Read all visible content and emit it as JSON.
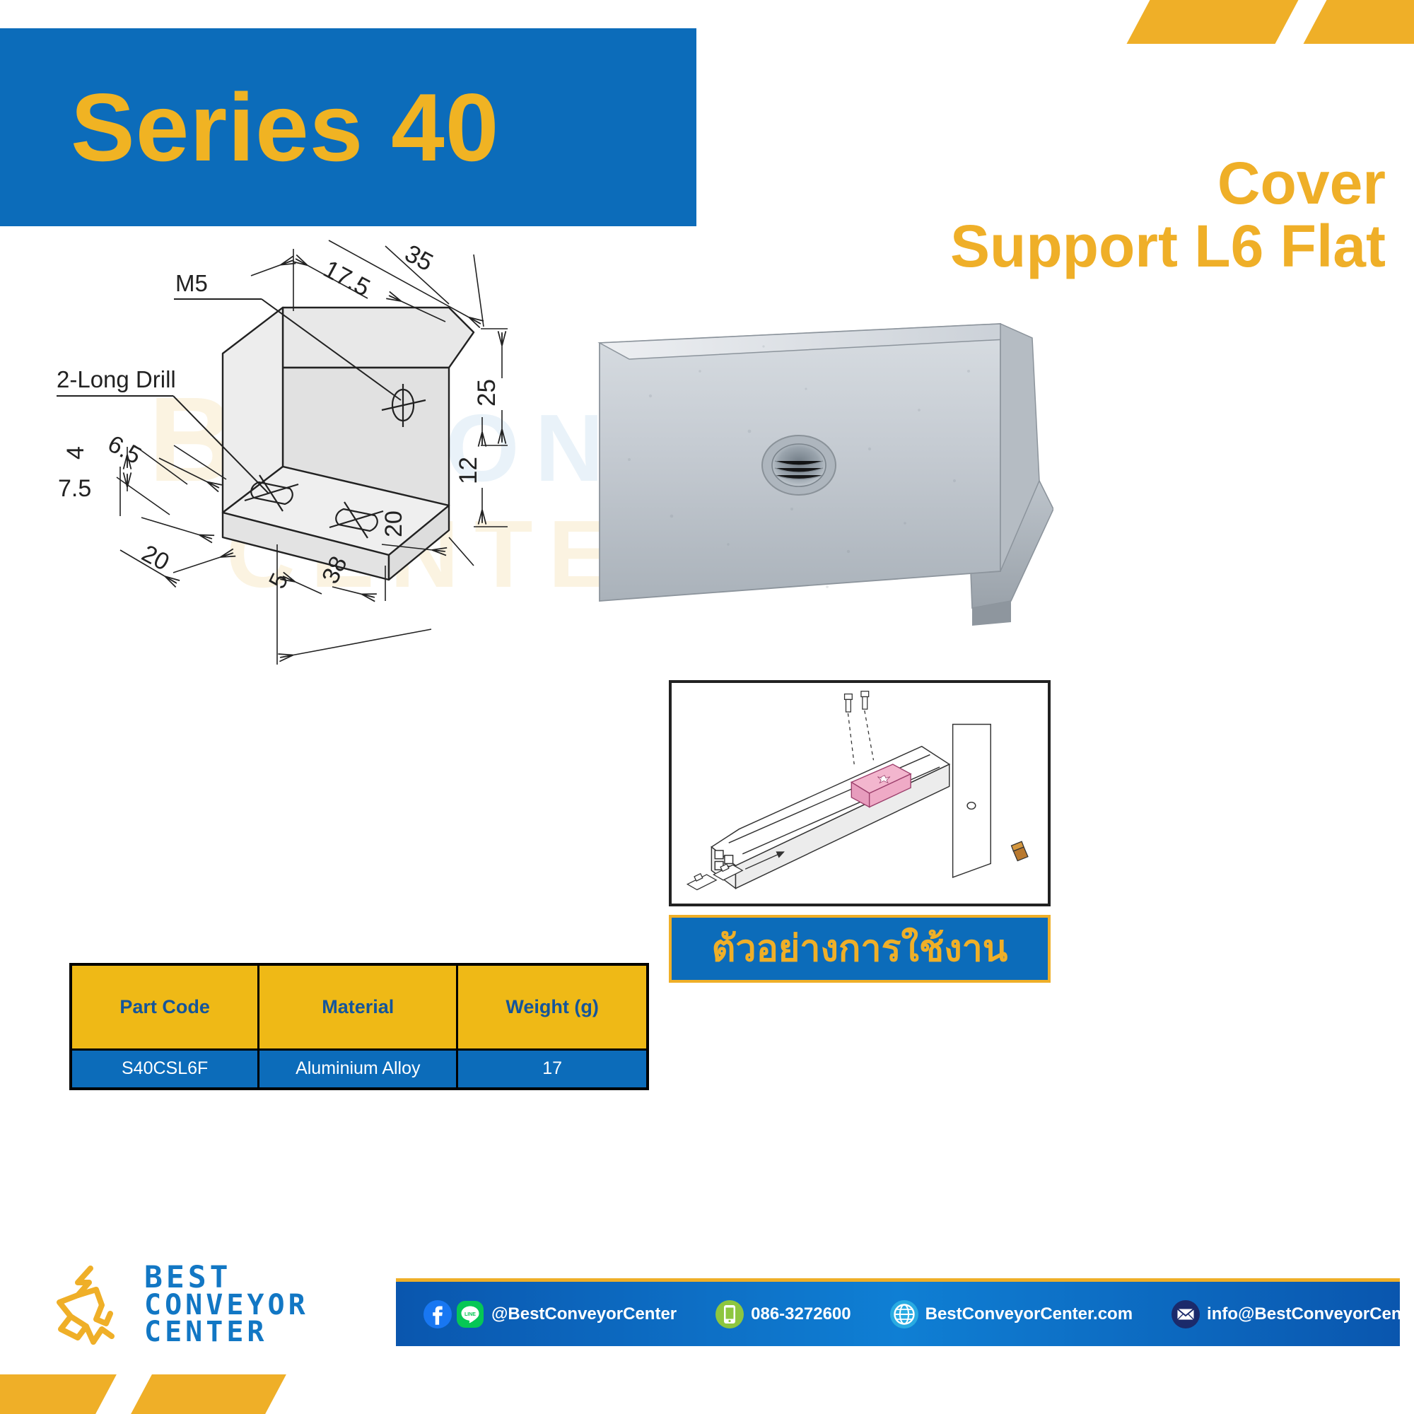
{
  "header": {
    "series_label": "Series 40",
    "product_title_line1": "Cover",
    "product_title_line2": "Support L6 Flat"
  },
  "colors": {
    "brand_blue": "#0C6CBA",
    "brand_yellow": "#EFAF28",
    "table_header_bg": "#EFB916",
    "table_header_text": "#14559B",
    "table_row_bg": "#0C6CBA",
    "table_row_text": "#FFFFFF"
  },
  "drawing": {
    "callout_thread": "M5",
    "callout_drill": "2-Long Drill",
    "dimensions": {
      "top_half": "17.5",
      "top_full": "35",
      "height_full": "25",
      "height_part": "12",
      "slot_offset": "6.5",
      "thickness": "4",
      "edge_offset": "7.5",
      "depth_left": "20",
      "depth_right": "20",
      "base_offset": "5",
      "base_full": "38"
    }
  },
  "watermark": {
    "line1": "BEST",
    "line2": "CONVEYOR",
    "line3": "CENTER"
  },
  "spec_table": {
    "headers": [
      "Part Code",
      "Material",
      "Weight (g)"
    ],
    "rows": [
      [
        "S40CSL6F",
        "Aluminium Alloy",
        "17"
      ]
    ]
  },
  "application": {
    "caption": "ตัวอย่างการใช้งาน"
  },
  "brand": {
    "name_line1": "Best Conveyor",
    "name_line2": "Center",
    "wordmark1": "BEST",
    "wordmark2": "CONVEYOR",
    "wordmark3": "CENTER"
  },
  "contact": {
    "items": [
      {
        "icon": "facebook-line-icon",
        "text": "@BestConveyorCenter"
      },
      {
        "icon": "phone-icon",
        "text": "086-3272600"
      },
      {
        "icon": "website-globe-icon",
        "text": "BestConveyorCenter.com"
      },
      {
        "icon": "email-icon",
        "text": "info@BestConveyorCenter.com"
      }
    ]
  }
}
